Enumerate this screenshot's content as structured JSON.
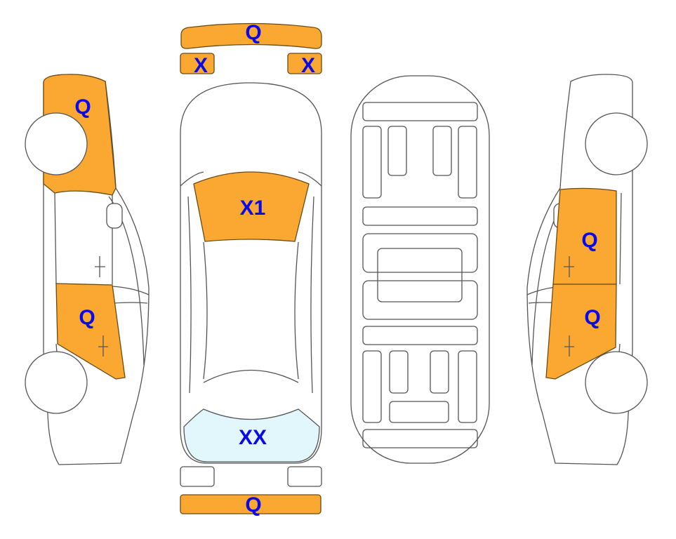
{
  "colors": {
    "damage": "#FBA832",
    "glass_damage": "#E2F7FC",
    "label": "#0A0AE6",
    "outline": "#555555"
  },
  "views": {
    "left_side": {
      "hood": "Q",
      "rear_door": "Q"
    },
    "top": {
      "front_bumper": "Q",
      "headlight_left": "X",
      "headlight_right": "X",
      "windshield": "X1",
      "rear_window": "XX",
      "rear_bumper": "Q"
    },
    "right_side": {
      "front_door": "Q",
      "rear_door": "Q"
    }
  }
}
